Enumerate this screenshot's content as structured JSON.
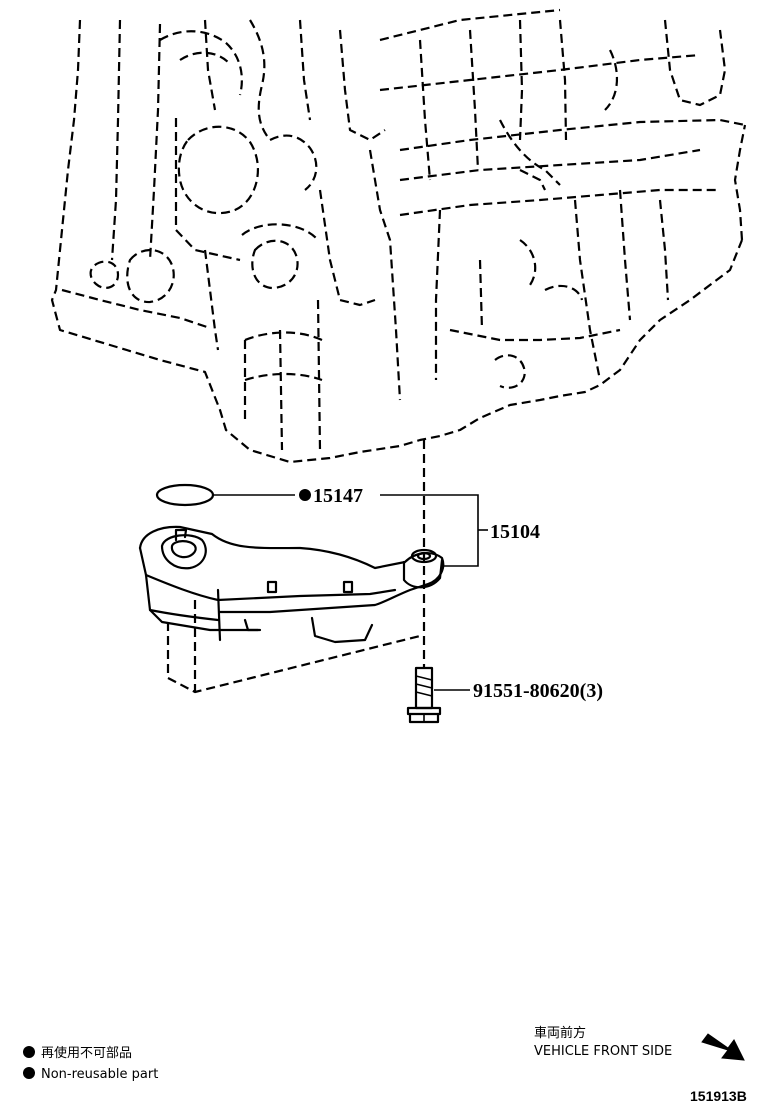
{
  "parts": {
    "oring": {
      "number": "15147",
      "non_reusable": true
    },
    "strainer": {
      "number": "15104"
    },
    "bolt": {
      "number": "91551-80620(3)"
    }
  },
  "legend": {
    "symbol_label_ja": "再使用不可部品",
    "symbol_label_en": "Non-reusable part"
  },
  "direction": {
    "label_ja": "車両前方",
    "label_en": "VEHICLE FRONT SIDE"
  },
  "figure_id": "151913B"
}
